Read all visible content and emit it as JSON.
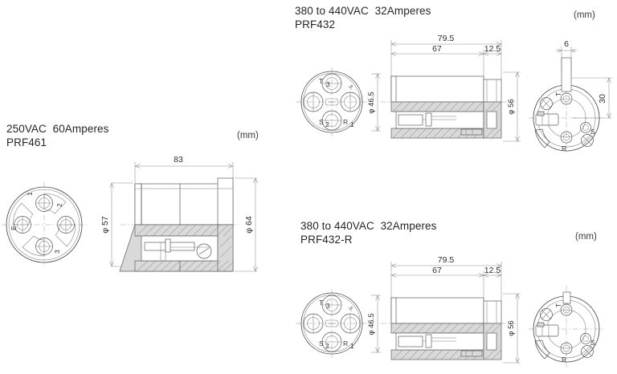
{
  "page": {
    "background": "#ffffff",
    "line_color": "#4a4a4a"
  },
  "drawings": [
    {
      "id": "prf461",
      "title_line1": "250VAC  60Amperes",
      "title_line2": "PRF461",
      "unit_label": "(mm)",
      "front_view": {
        "pin_labels": [
          "1",
          "2",
          "3",
          "E"
        ],
        "pin_count": 4
      },
      "side_view": {
        "length": "83",
        "diameter_left": "φ 57",
        "diameter_right": "φ 64"
      }
    },
    {
      "id": "prf432",
      "title_line1": "380 to 440VAC  32Amperes",
      "title_line2": "PRF432",
      "unit_label": "(mm)",
      "front_view": {
        "pin_labels": [
          "T",
          "S",
          "R"
        ],
        "diameter": "φ 46.5"
      },
      "side_view": {
        "overall_length": "79.5",
        "body_length": "67",
        "nose_length": "12.5",
        "flange_diameter": "φ 56"
      },
      "rear_view": {
        "terminal_labels": [
          "T",
          "S",
          "R"
        ],
        "tab_width": "6",
        "tab_height": "30"
      }
    },
    {
      "id": "prf432r",
      "title_line1": "380 to 440VAC  32Amperes",
      "title_line2": "PRF432-R",
      "unit_label": "(mm)",
      "front_view": {
        "pin_labels": [
          "T",
          "S",
          "R"
        ],
        "diameter": "φ 46.5"
      },
      "side_view": {
        "overall_length": "79.5",
        "body_length": "67",
        "nose_length": "12.5",
        "flange_diameter": "φ 56"
      },
      "rear_view": {
        "terminal_labels": [
          "T",
          "S",
          "R"
        ]
      }
    }
  ]
}
